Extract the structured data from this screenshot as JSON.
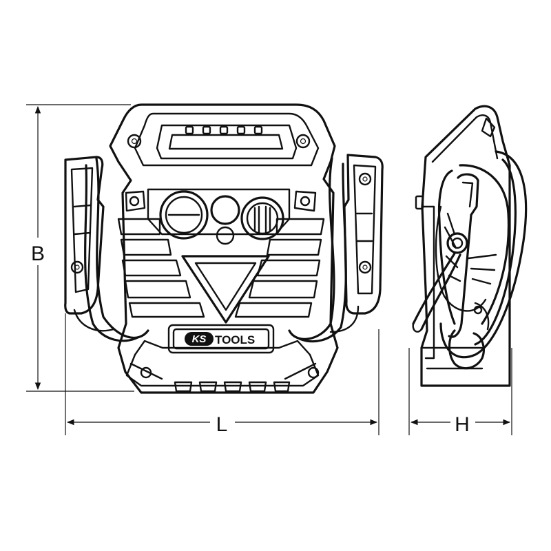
{
  "dimensions": {
    "height_label": "B",
    "length_label": "L",
    "depth_label": "H"
  },
  "brand": {
    "logo_prefix": "KS",
    "logo_suffix": "TOOLS"
  }
}
